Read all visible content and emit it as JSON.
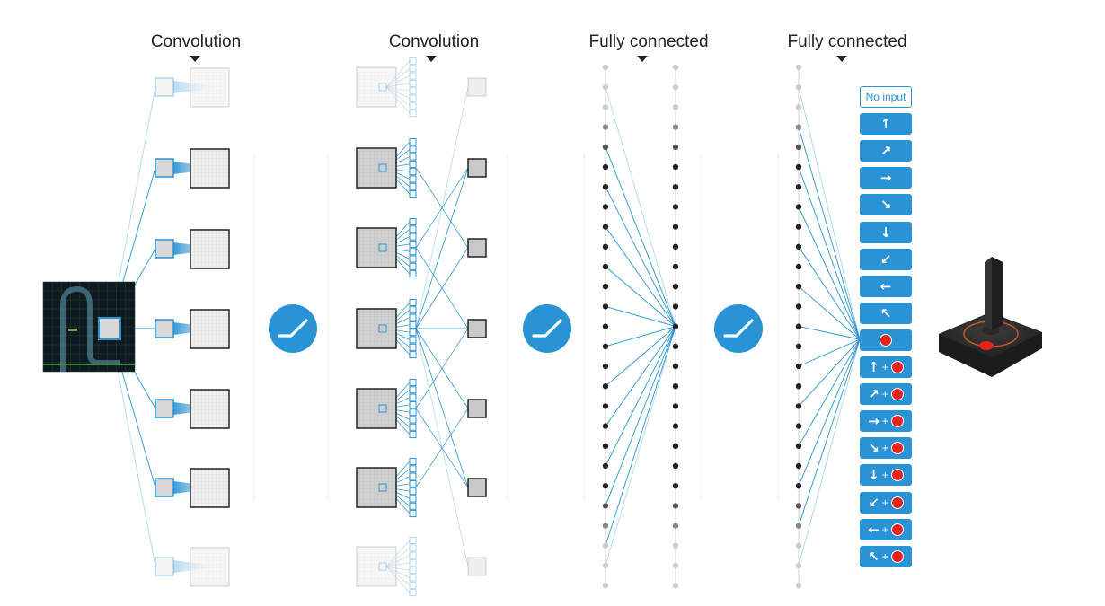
{
  "layers": [
    {
      "title": "Convolution"
    },
    {
      "title": "Convolution"
    },
    {
      "title": "Fully connected"
    },
    {
      "title": "Fully connected"
    }
  ],
  "actions": [
    {
      "label": "No input"
    },
    {
      "arrow": "↑"
    },
    {
      "arrow": "↗"
    },
    {
      "arrow": "→"
    },
    {
      "arrow": "↘"
    },
    {
      "arrow": "↓"
    },
    {
      "arrow": "↙"
    },
    {
      "arrow": "←"
    },
    {
      "arrow": "↖"
    },
    {
      "fire": true
    },
    {
      "arrow": "↑",
      "plus": "+",
      "fire": true
    },
    {
      "arrow": "↗",
      "plus": "+",
      "fire": true
    },
    {
      "arrow": "→",
      "plus": "+",
      "fire": true
    },
    {
      "arrow": "↘",
      "plus": "+",
      "fire": true
    },
    {
      "arrow": "↓",
      "plus": "+",
      "fire": true
    },
    {
      "arrow": "↙",
      "plus": "+",
      "fire": true
    },
    {
      "arrow": "←",
      "plus": "+",
      "fire": true
    },
    {
      "arrow": "↖",
      "plus": "+",
      "fire": true
    }
  ],
  "colors": {
    "accent": "#2a93d5",
    "fire": "#e8231d",
    "neuron": "#222222"
  },
  "icons": [
    "relu-icon",
    "joystick-icon",
    "game-screen-thumbnail"
  ]
}
